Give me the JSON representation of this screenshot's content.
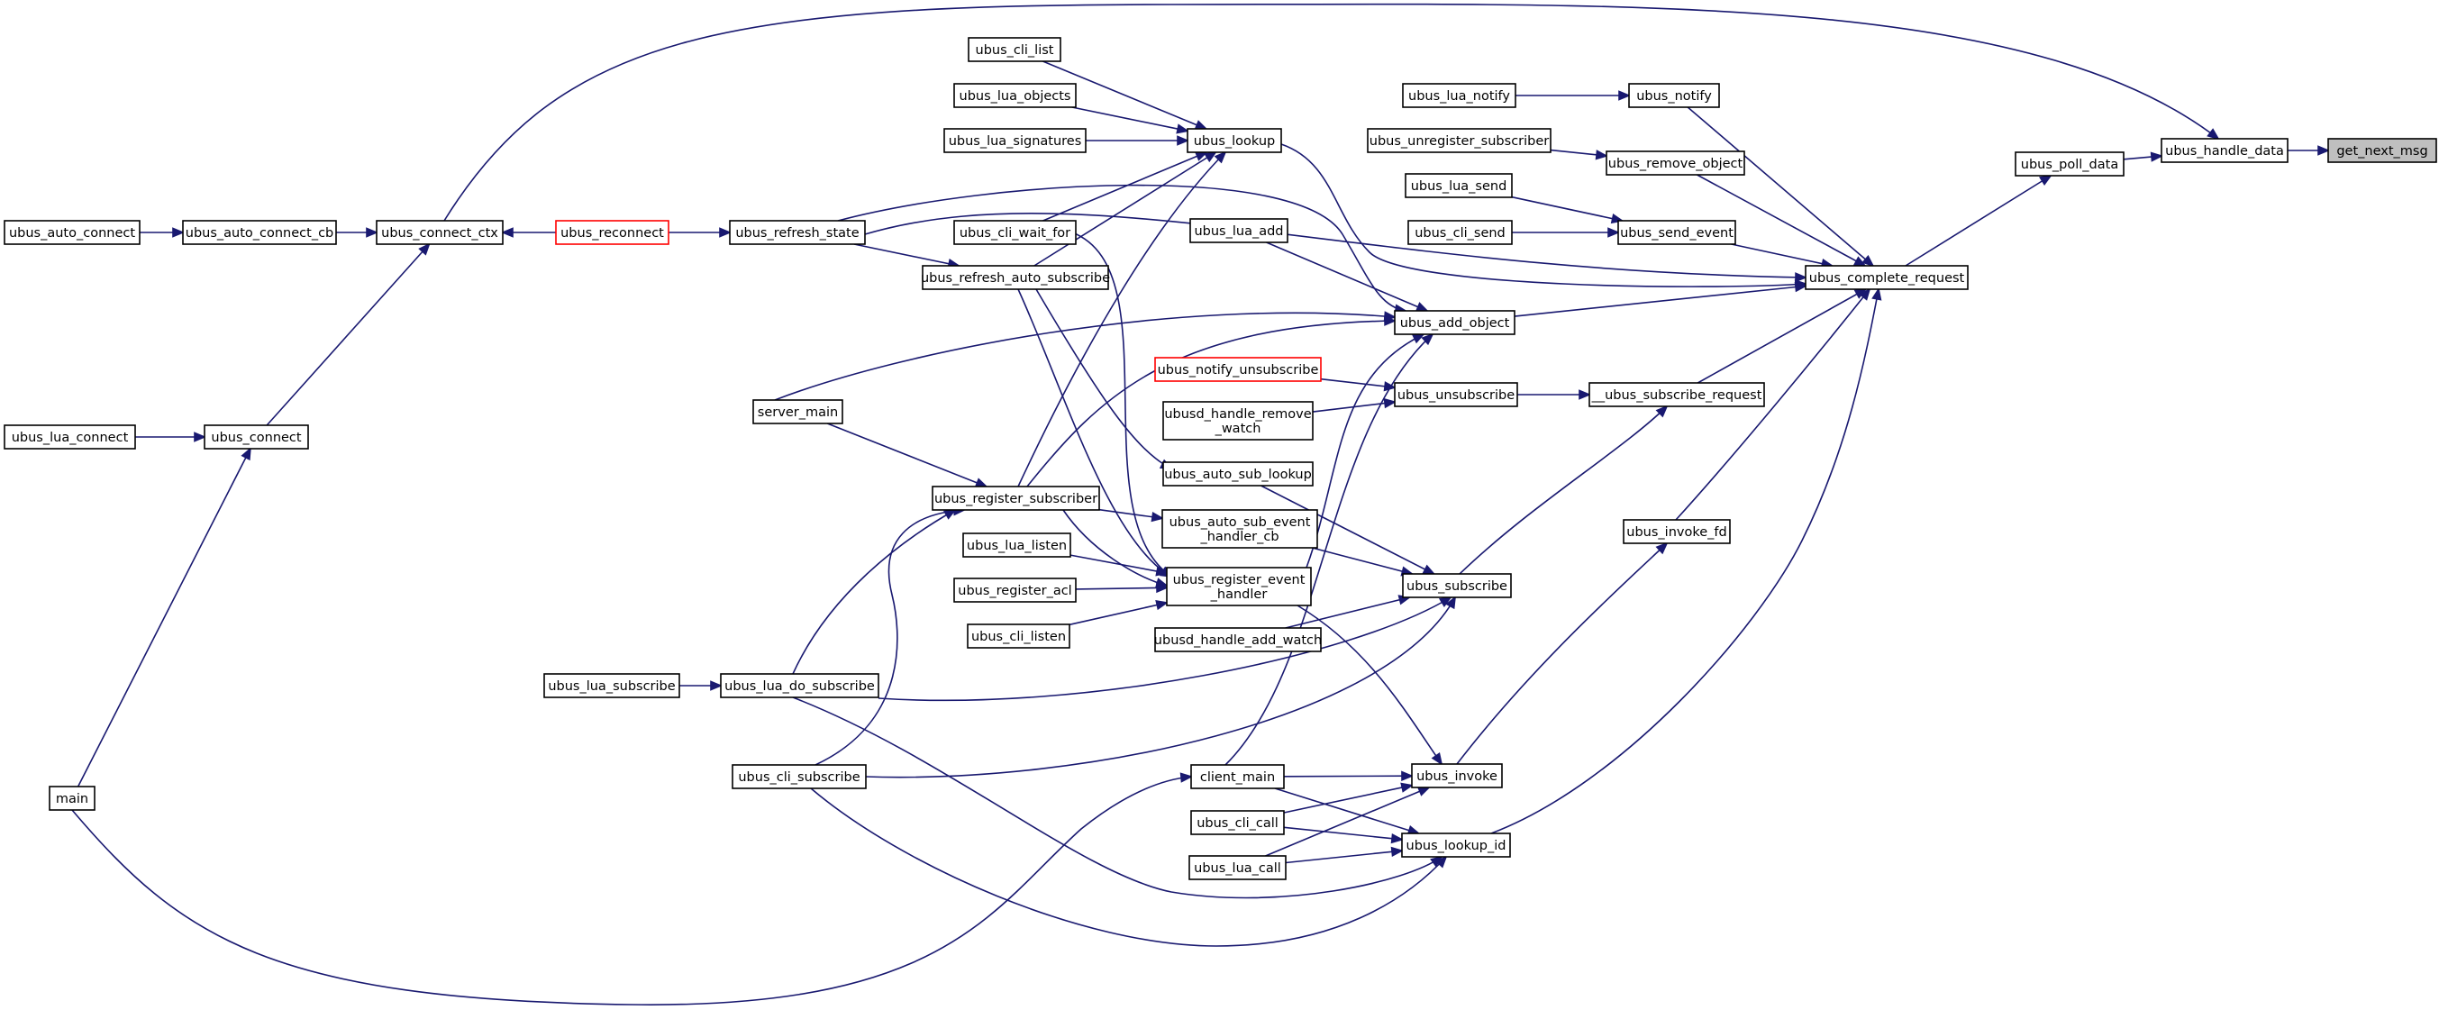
{
  "nodes": {
    "get_next_msg": {
      "lines": [
        "get_next_msg"
      ],
      "root": true
    },
    "ubus_handle_data": {
      "lines": [
        "ubus_handle_data"
      ]
    },
    "ubus_poll_data": {
      "lines": [
        "ubus_poll_data"
      ]
    },
    "ubus_connect_ctx": {
      "lines": [
        "ubus_connect_ctx"
      ]
    },
    "ubus_complete_request": {
      "lines": [
        "ubus_complete_request"
      ]
    },
    "ubus_auto_connect_cb": {
      "lines": [
        "ubus_auto_connect_cb"
      ]
    },
    "ubus_connect": {
      "lines": [
        "ubus_connect"
      ]
    },
    "ubus_auto_connect": {
      "lines": [
        "ubus_auto_connect"
      ]
    },
    "ubus_lua_connect": {
      "lines": [
        "ubus_lua_connect"
      ]
    },
    "main": {
      "lines": [
        "main"
      ]
    },
    "ubus_notify": {
      "lines": [
        "ubus_notify"
      ]
    },
    "ubus_lua_notify": {
      "lines": [
        "ubus_lua_notify"
      ]
    },
    "ubus_remove_object": {
      "lines": [
        "ubus_remove_object"
      ]
    },
    "ubus_unregister_subscriber": {
      "lines": [
        "ubus_unregister_subscriber"
      ]
    },
    "ubus_send_event": {
      "lines": [
        "ubus_send_event"
      ]
    },
    "ubus_lua_send": {
      "lines": [
        "ubus_lua_send"
      ]
    },
    "ubus_cli_send": {
      "lines": [
        "ubus_cli_send"
      ]
    },
    "ubus_lookup": {
      "lines": [
        "ubus_lookup"
      ]
    },
    "ubus_cli_list": {
      "lines": [
        "ubus_cli_list"
      ]
    },
    "ubus_lua_objects": {
      "lines": [
        "ubus_lua_objects"
      ]
    },
    "ubus_lua_signatures": {
      "lines": [
        "ubus_lua_signatures"
      ]
    },
    "ubus_cli_wait_for": {
      "lines": [
        "ubus_cli_wait_for"
      ]
    },
    "ubus_refresh_auto_subscribe": {
      "lines": [
        "ubus_refresh_auto_subscribe"
      ]
    },
    "ubus_register_subscriber": {
      "lines": [
        "ubus_register_subscriber"
      ]
    },
    "ubus_refresh_state": {
      "lines": [
        "ubus_refresh_state"
      ]
    },
    "ubus_reconnect": {
      "lines": [
        "ubus_reconnect"
      ],
      "red": true
    },
    "server_main": {
      "lines": [
        "server_main"
      ]
    },
    "ubus_lua_do_subscribe": {
      "lines": [
        "ubus_lua_do_subscribe"
      ]
    },
    "ubus_lua_subscribe": {
      "lines": [
        "ubus_lua_subscribe"
      ]
    },
    "ubus_cli_subscribe": {
      "lines": [
        "ubus_cli_subscribe"
      ]
    },
    "ubus_add_object": {
      "lines": [
        "ubus_add_object"
      ]
    },
    "ubus_lua_add": {
      "lines": [
        "ubus_lua_add"
      ]
    },
    "ubus_register_event_handler": {
      "lines": [
        "ubus_register_event",
        "_handler"
      ]
    },
    "client_main": {
      "lines": [
        "client_main"
      ]
    },
    "ubus_lua_listen": {
      "lines": [
        "ubus_lua_listen"
      ]
    },
    "ubus_register_acl": {
      "lines": [
        "ubus_register_acl"
      ]
    },
    "ubus_cli_listen": {
      "lines": [
        "ubus_cli_listen"
      ]
    },
    "ubus_auto_sub_event_handler_cb": {
      "lines": [
        "ubus_auto_sub_event",
        "_handler_cb"
      ]
    },
    "__ubus_subscribe_request": {
      "lines": [
        "__ubus_subscribe_request"
      ]
    },
    "ubus_unsubscribe": {
      "lines": [
        "ubus_unsubscribe"
      ]
    },
    "ubus_notify_unsubscribe": {
      "lines": [
        "ubus_notify_unsubscribe"
      ],
      "red": true
    },
    "ubusd_handle_remove_watch": {
      "lines": [
        "ubusd_handle_remove",
        "_watch"
      ]
    },
    "ubus_subscribe": {
      "lines": [
        "ubus_subscribe"
      ]
    },
    "ubus_auto_sub_lookup": {
      "lines": [
        "ubus_auto_sub_lookup"
      ]
    },
    "ubusd_handle_add_watch": {
      "lines": [
        "ubusd_handle_add_watch"
      ]
    },
    "ubus_invoke_fd": {
      "lines": [
        "ubus_invoke_fd"
      ]
    },
    "ubus_invoke": {
      "lines": [
        "ubus_invoke"
      ]
    },
    "ubus_lookup_id": {
      "lines": [
        "ubus_lookup_id"
      ]
    },
    "ubus_cli_call": {
      "lines": [
        "ubus_cli_call"
      ]
    },
    "ubus_lua_call": {
      "lines": [
        "ubus_lua_call"
      ]
    }
  },
  "edges": [
    [
      "ubus_handle_data",
      "get_next_msg"
    ],
    [
      "ubus_poll_data",
      "ubus_handle_data"
    ],
    [
      "ubus_connect_ctx",
      "ubus_handle_data"
    ],
    [
      "ubus_complete_request",
      "ubus_poll_data"
    ],
    [
      "ubus_auto_connect_cb",
      "ubus_connect_ctx"
    ],
    [
      "ubus_connect",
      "ubus_connect_ctx"
    ],
    [
      "ubus_reconnect",
      "ubus_connect_ctx"
    ],
    [
      "ubus_auto_connect",
      "ubus_auto_connect_cb"
    ],
    [
      "ubus_lua_connect",
      "ubus_connect"
    ],
    [
      "main",
      "ubus_connect"
    ],
    [
      "main",
      "client_main"
    ],
    [
      "ubus_notify",
      "ubus_complete_request"
    ],
    [
      "ubus_lua_notify",
      "ubus_notify"
    ],
    [
      "ubus_remove_object",
      "ubus_complete_request"
    ],
    [
      "ubus_unregister_subscriber",
      "ubus_remove_object"
    ],
    [
      "ubus_send_event",
      "ubus_complete_request"
    ],
    [
      "ubus_lua_send",
      "ubus_send_event"
    ],
    [
      "ubus_cli_send",
      "ubus_send_event"
    ],
    [
      "ubus_lookup",
      "ubus_complete_request"
    ],
    [
      "ubus_cli_list",
      "ubus_lookup"
    ],
    [
      "ubus_lua_objects",
      "ubus_lookup"
    ],
    [
      "ubus_lua_signatures",
      "ubus_lookup"
    ],
    [
      "ubus_cli_wait_for",
      "ubus_lookup"
    ],
    [
      "ubus_refresh_auto_subscribe",
      "ubus_lookup"
    ],
    [
      "ubus_register_subscriber",
      "ubus_lookup"
    ],
    [
      "ubus_refresh_state",
      "ubus_complete_request"
    ],
    [
      "ubus_refresh_state",
      "ubus_refresh_auto_subscribe"
    ],
    [
      "ubus_reconnect",
      "ubus_refresh_state"
    ],
    [
      "ubus_add_object",
      "ubus_complete_request"
    ],
    [
      "ubus_lua_add",
      "ubus_add_object"
    ],
    [
      "ubus_refresh_state",
      "ubus_add_object"
    ],
    [
      "server_main",
      "ubus_add_object"
    ],
    [
      "server_main",
      "ubus_register_subscriber"
    ],
    [
      "ubus_register_subscriber",
      "ubus_add_object"
    ],
    [
      "ubus_register_event_handler",
      "ubus_add_object"
    ],
    [
      "client_main",
      "ubus_add_object"
    ],
    [
      "ubus_lua_do_subscribe",
      "ubus_register_subscriber"
    ],
    [
      "ubus_cli_subscribe",
      "ubus_register_subscriber"
    ],
    [
      "ubus_lua_subscribe",
      "ubus_lua_do_subscribe"
    ],
    [
      "ubus_refresh_auto_subscribe",
      "ubus_register_event_handler"
    ],
    [
      "ubus_register_subscriber",
      "ubus_register_event_handler"
    ],
    [
      "ubus_cli_wait_for",
      "ubus_register_event_handler"
    ],
    [
      "ubus_lua_listen",
      "ubus_register_event_handler"
    ],
    [
      "ubus_register_acl",
      "ubus_register_event_handler"
    ],
    [
      "ubus_cli_listen",
      "ubus_register_event_handler"
    ],
    [
      "ubus_register_subscriber",
      "ubus_auto_sub_event_handler_cb"
    ],
    [
      "__ubus_subscribe_request",
      "ubus_complete_request"
    ],
    [
      "ubus_unsubscribe",
      "__ubus_subscribe_request"
    ],
    [
      "ubus_subscribe",
      "__ubus_subscribe_request"
    ],
    [
      "ubus_notify_unsubscribe",
      "ubus_unsubscribe"
    ],
    [
      "ubusd_handle_remove_watch",
      "ubus_unsubscribe"
    ],
    [
      "ubus_auto_sub_lookup",
      "ubus_subscribe"
    ],
    [
      "ubus_auto_sub_event_handler_cb",
      "ubus_subscribe"
    ],
    [
      "ubusd_handle_add_watch",
      "ubus_subscribe"
    ],
    [
      "ubus_lua_do_subscribe",
      "ubus_subscribe"
    ],
    [
      "ubus_cli_subscribe",
      "ubus_subscribe"
    ],
    [
      "ubus_refresh_auto_subscribe",
      "ubus_auto_sub_lookup"
    ],
    [
      "ubus_invoke_fd",
      "ubus_complete_request"
    ],
    [
      "ubus_invoke",
      "ubus_invoke_fd"
    ],
    [
      "ubus_register_event_handler",
      "ubus_invoke"
    ],
    [
      "client_main",
      "ubus_invoke"
    ],
    [
      "ubus_cli_call",
      "ubus_invoke"
    ],
    [
      "ubus_lua_call",
      "ubus_invoke"
    ],
    [
      "ubus_lookup_id",
      "ubus_complete_request"
    ],
    [
      "client_main",
      "ubus_lookup_id"
    ],
    [
      "ubus_cli_call",
      "ubus_lookup_id"
    ],
    [
      "ubus_lua_call",
      "ubus_lookup_id"
    ],
    [
      "ubus_lua_do_subscribe",
      "ubus_lookup_id"
    ],
    [
      "ubus_cli_subscribe",
      "ubus_lookup_id"
    ]
  ]
}
